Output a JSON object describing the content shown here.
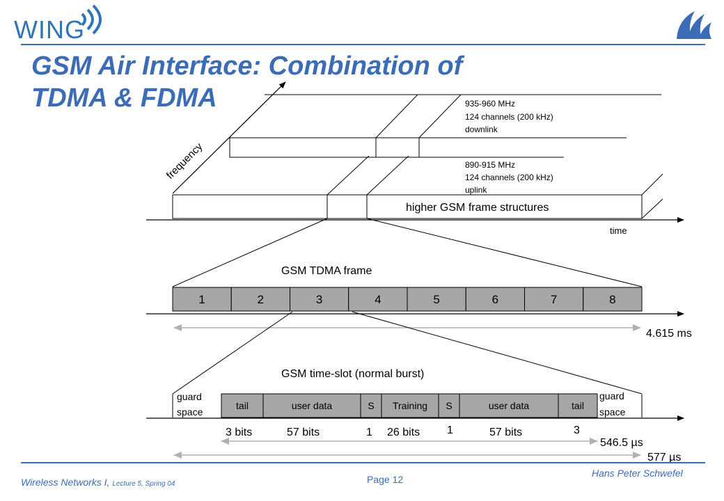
{
  "header": {
    "logo_text": "WING",
    "title_line1": "GSM Air Interface: Combination of",
    "title_line2": "TDMA & FDMA"
  },
  "freq_diagram": {
    "frequency_label": "frequency",
    "time_label": "time",
    "downlink": {
      "range": "935-960 MHz",
      "channels": "124 channels (200 kHz)",
      "direction": "downlink"
    },
    "uplink": {
      "range": "890-915 MHz",
      "channels": "124 channels (200 kHz)",
      "direction": "uplink"
    },
    "higher_frame_label": "higher GSM frame structures"
  },
  "tdma_frame": {
    "title": "GSM TDMA frame",
    "slots": [
      "1",
      "2",
      "3",
      "4",
      "5",
      "6",
      "7",
      "8"
    ],
    "duration": "4.615 ms"
  },
  "timeslot": {
    "title": "GSM time-slot (normal burst)",
    "guard_left": [
      "guard",
      "space"
    ],
    "guard_right": [
      "guard",
      "space"
    ],
    "fields": [
      "tail",
      "user data",
      "S",
      "Training",
      "S",
      "user data",
      "tail"
    ],
    "bits": [
      "3 bits",
      "57 bits",
      "1",
      "26 bits",
      "1",
      "57 bits",
      "3"
    ],
    "burst_duration": "546.5 µs",
    "slot_duration": "577 µs"
  },
  "footer": {
    "course": "Wireless Networks I,",
    "lecture": "Lecture 5, Spring 04",
    "page": "Page 12",
    "author": "Hans Peter Schwefel"
  },
  "colors": {
    "brand_blue": "#3b6cb5",
    "slot_fill": "#a6a6a6",
    "arrow_gray": "#b0b0b0"
  }
}
